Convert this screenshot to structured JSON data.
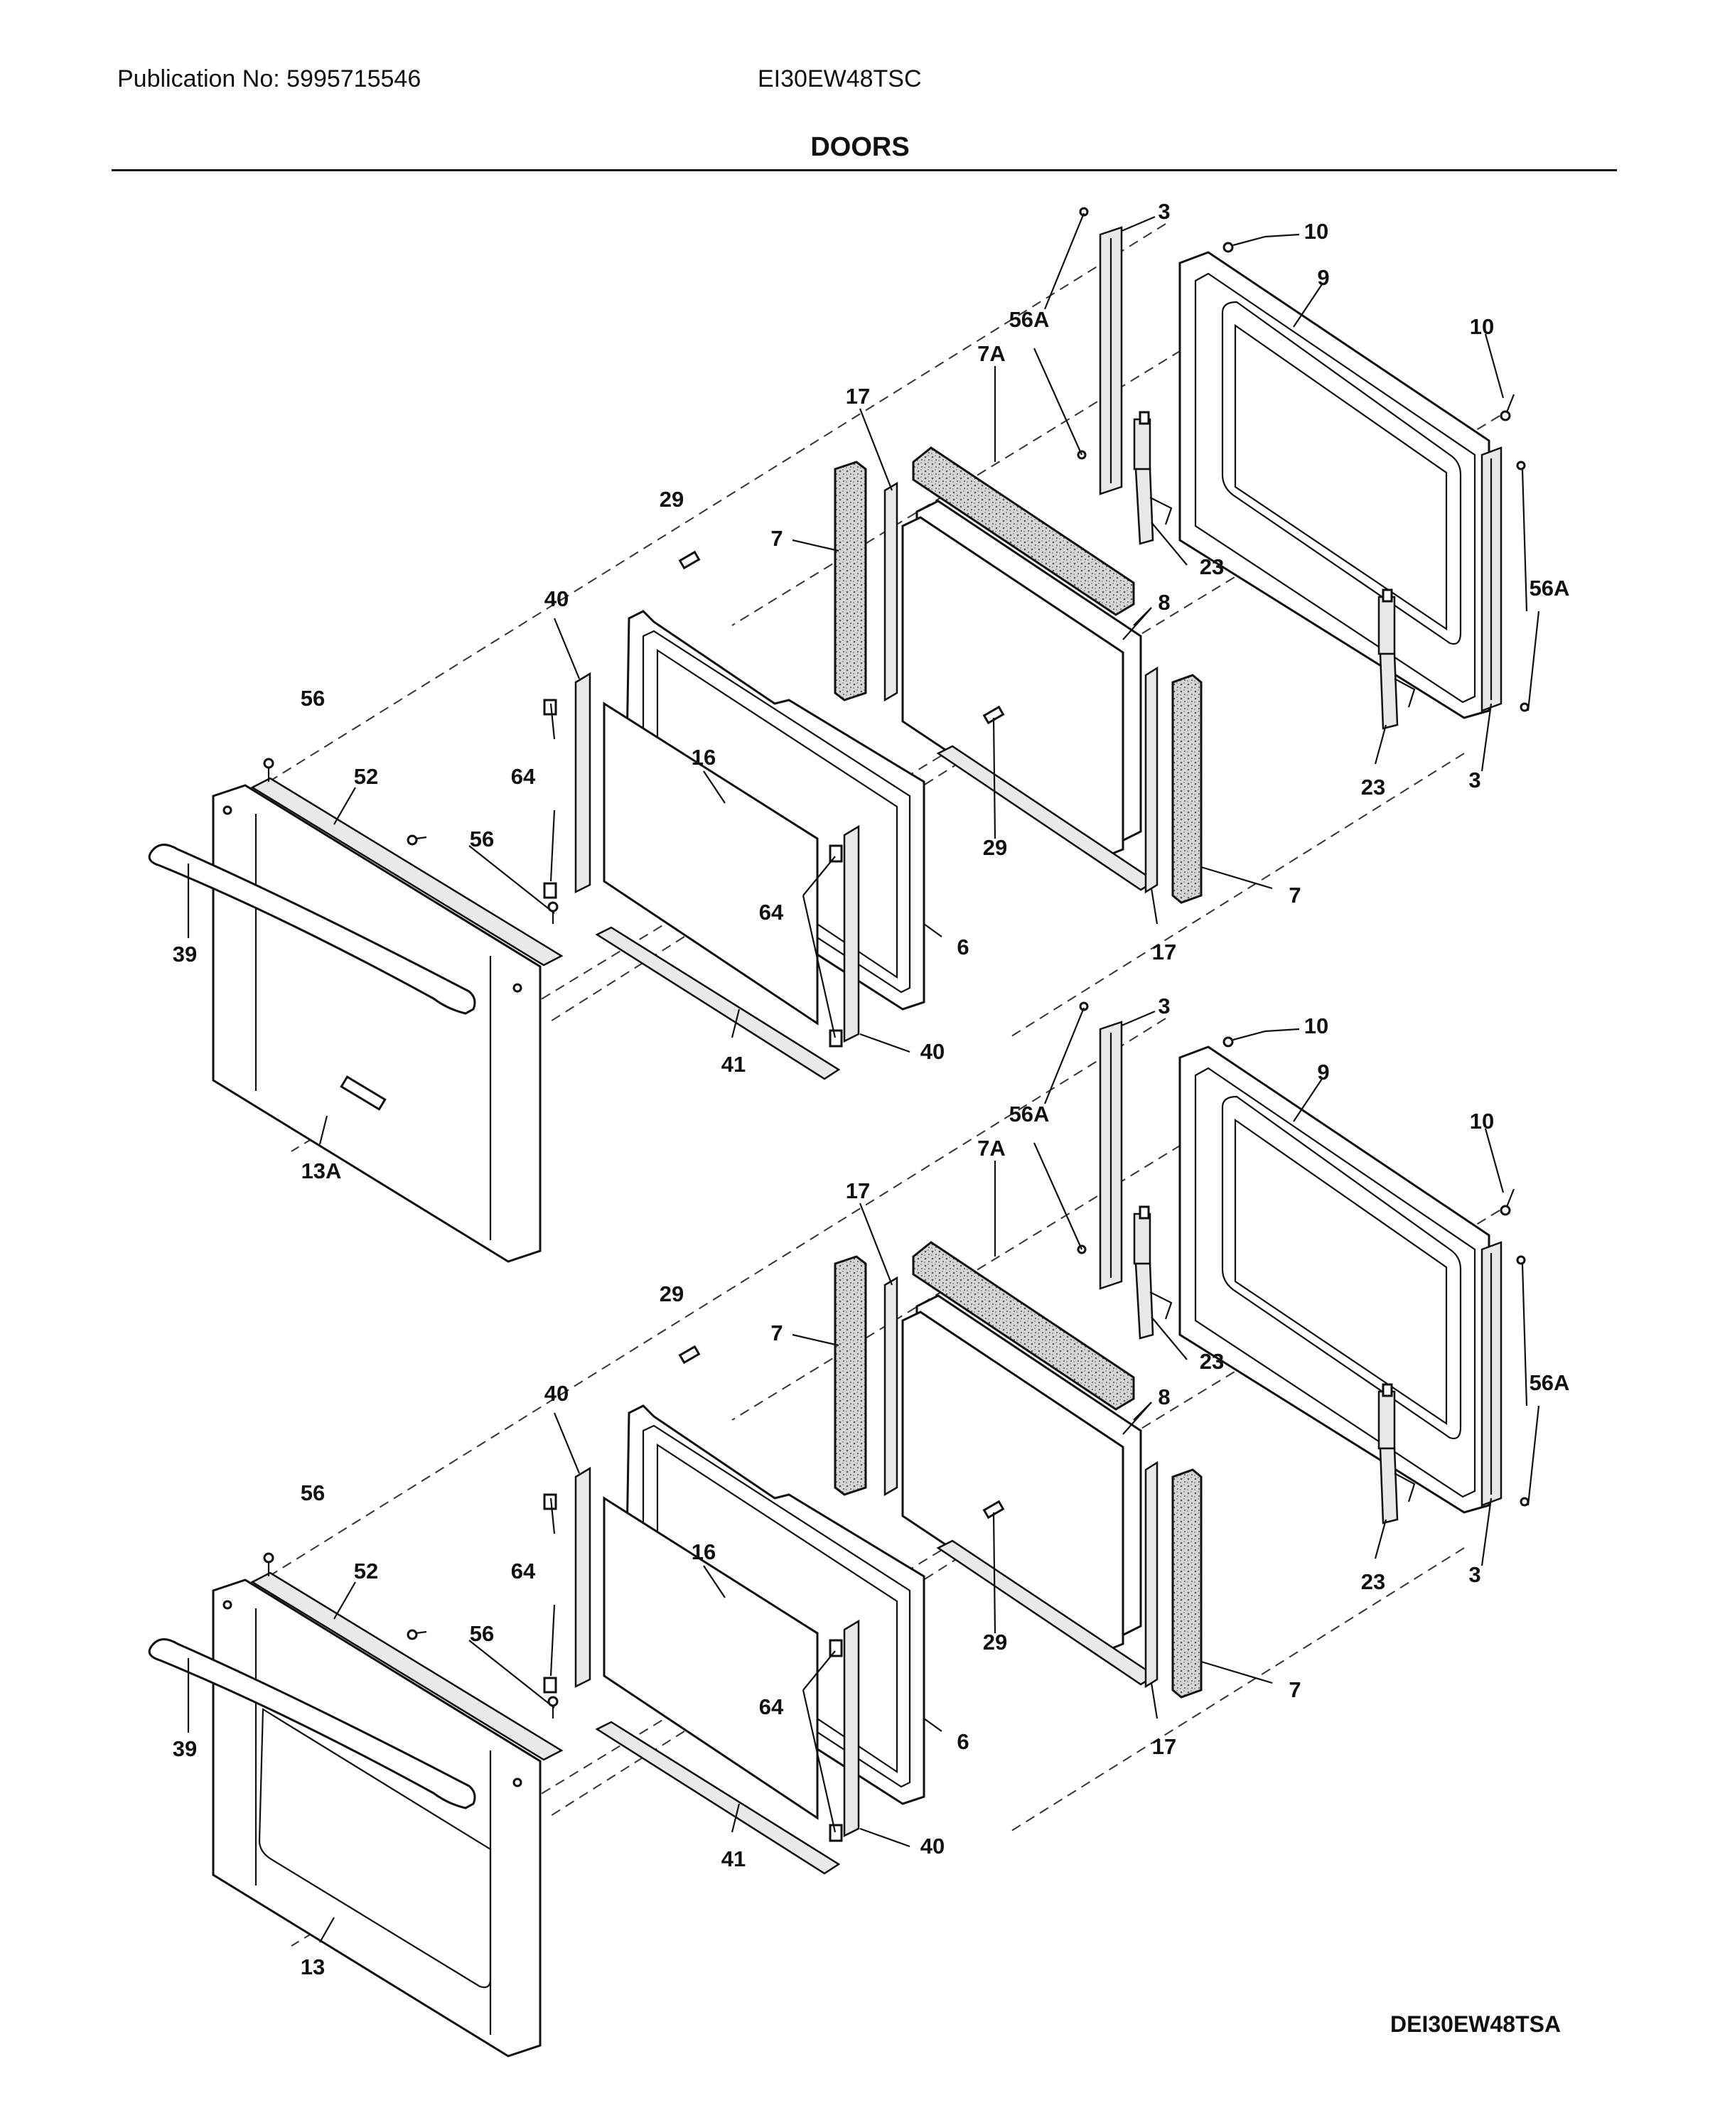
{
  "header": {
    "publication": "Publication No: 5995715546",
    "model": "EI30EW48TSC",
    "title": "DOORS"
  },
  "footer": {
    "diagram_code": "DEI30EW48TSA"
  },
  "part_labels": {
    "upper": [
      "3",
      "10",
      "9",
      "10",
      "56A",
      "7A",
      "17",
      "29",
      "7",
      "23",
      "8",
      "56A",
      "40",
      "56",
      "16",
      "52",
      "64",
      "56",
      "29",
      "23",
      "3",
      "7",
      "39",
      "64",
      "6",
      "17",
      "41",
      "40",
      "13A"
    ],
    "lower": [
      "3",
      "10",
      "9",
      "10",
      "56A",
      "7A",
      "17",
      "29",
      "7",
      "23",
      "8",
      "56A",
      "40",
      "56",
      "16",
      "52",
      "64",
      "56",
      "29",
      "23",
      "3",
      "7",
      "39",
      "64",
      "6",
      "17",
      "41",
      "40",
      "13"
    ]
  }
}
